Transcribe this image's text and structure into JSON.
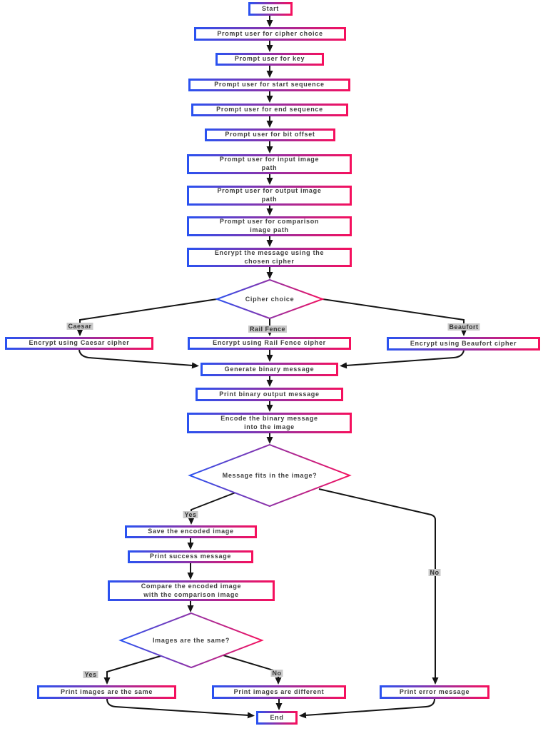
{
  "diagram": {
    "type": "flowchart",
    "direction": "top-down",
    "colors": {
      "node_border_gradient_left": "#2a52f0",
      "node_border_gradient_right": "#f5105e",
      "edge_color": "#141414",
      "edge_label_background": "#c9c9c9",
      "text_color": "#3d3d3d",
      "background": "#ffffff"
    },
    "nodes": {
      "start": {
        "label": "Start",
        "shape": "rect"
      },
      "prompt_cipher_choice": {
        "label": "Prompt user for cipher choice",
        "shape": "rect"
      },
      "prompt_key": {
        "label": "Prompt user for key",
        "shape": "rect"
      },
      "prompt_start_sequence": {
        "label": "Prompt user for start sequence",
        "shape": "rect"
      },
      "prompt_end_sequence": {
        "label": "Prompt user for end sequence",
        "shape": "rect"
      },
      "prompt_bit_offset": {
        "label": "Prompt user for bit offset",
        "shape": "rect"
      },
      "prompt_input_image_path": {
        "label": "Prompt user for input image\npath",
        "shape": "rect"
      },
      "prompt_output_image_path": {
        "label": "Prompt user for output image\npath",
        "shape": "rect"
      },
      "prompt_comparison_image_path": {
        "label": "Prompt user for comparison\nimage path",
        "shape": "rect"
      },
      "encrypt_message": {
        "label": "Encrypt the message using the\nchosen cipher",
        "shape": "rect"
      },
      "cipher_choice": {
        "label": "Cipher choice",
        "shape": "diamond"
      },
      "encrypt_caesar": {
        "label": "Encrypt using Caesar cipher",
        "shape": "rect"
      },
      "encrypt_rail_fence": {
        "label": "Encrypt using Rail Fence cipher",
        "shape": "rect"
      },
      "encrypt_beaufort": {
        "label": "Encrypt using Beaufort cipher",
        "shape": "rect"
      },
      "generate_binary": {
        "label": "Generate binary message",
        "shape": "rect"
      },
      "print_binary_output": {
        "label": "Print binary output message",
        "shape": "rect"
      },
      "encode_binary": {
        "label": "Encode the binary message\ninto the image",
        "shape": "rect"
      },
      "message_fits": {
        "label": "Message fits in the image?",
        "shape": "diamond"
      },
      "save_encoded": {
        "label": "Save the encoded image",
        "shape": "rect"
      },
      "print_success": {
        "label": "Print success message",
        "shape": "rect"
      },
      "compare_images": {
        "label": "Compare the encoded image\nwith the comparison image",
        "shape": "rect"
      },
      "images_same": {
        "label": "Images are the same?",
        "shape": "diamond"
      },
      "print_images_same": {
        "label": "Print images are the same",
        "shape": "rect"
      },
      "print_images_different": {
        "label": "Print images are different",
        "shape": "rect"
      },
      "print_error": {
        "label": "Print error message",
        "shape": "rect"
      },
      "end": {
        "label": "End",
        "shape": "rect"
      }
    },
    "edge_labels": {
      "caesar": "Caesar",
      "rail_fence": "Rail Fence",
      "beaufort": "Beaufort",
      "fits_yes": "Yes",
      "fits_no": "No",
      "same_yes": "Yes",
      "same_no": "No"
    }
  }
}
